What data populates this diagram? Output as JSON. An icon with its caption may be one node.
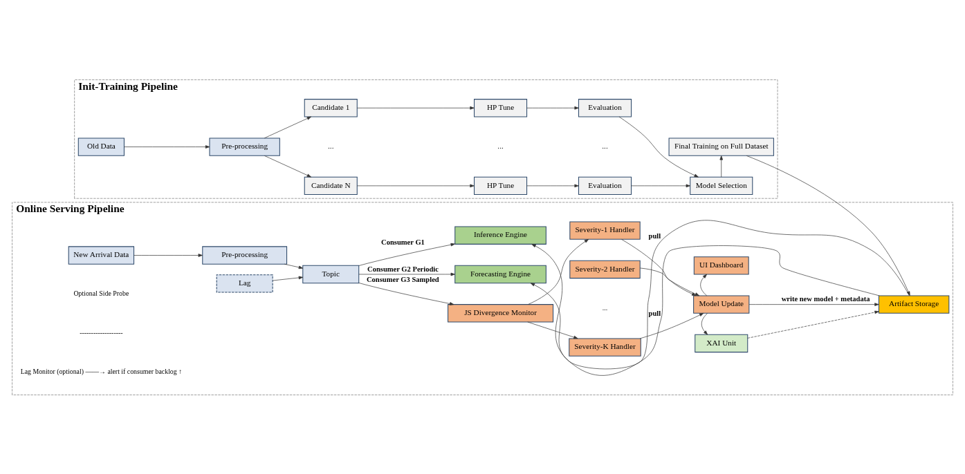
{
  "diagram": {
    "nodes": [
      {
        "text": [
          "Init-Training Pipeline"
        ]
      },
      {
        "text": [
          "Old Data"
        ],
        "in": 0
      },
      {
        "text": [
          "Pre-processing"
        ],
        "in": 0
      },
      {
        "text": [
          "Candidate 1"
        ],
        "in": 0
      },
      {
        "text": [
          "HP Tune"
        ],
        "in": 0
      },
      {
        "text": [
          "Evaluation"
        ],
        "in": 0
      },
      {
        "text": [
          "Candidate N"
        ],
        "in": 0
      },
      {
        "text": [
          "HP Tune"
        ],
        "in": 0
      },
      {
        "text": [
          "Evaluation"
        ],
        "in": 0
      },
      {
        "text": [
          "Model Selection"
        ],
        "in": 0
      },
      {
        "text": [
          "Final Training on Full Dataset"
        ],
        "in": 0
      },
      {
        "text": [
          "Online Serving Pipeline"
        ]
      },
      {
        "text": [
          "New Arrival Data"
        ],
        "in": 11
      },
      {
        "text": [
          "Pre-processing"
        ],
        "in": 11
      },
      {
        "text": [
          "Topic"
        ],
        "in": 11
      },
      {
        "text": [
          "Lag"
        ],
        "in": 11
      },
      {
        "text": [
          "Inference Engine"
        ],
        "in": 11
      },
      {
        "text": [
          "Forecasting Engine"
        ],
        "in": 11
      },
      {
        "text": [
          "JS Divergence Monitor"
        ],
        "in": 11
      },
      {
        "text": [
          "Artifact Storage"
        ],
        "in": 11
      },
      {
        "text": [
          "Severity-1 Handler"
        ],
        "in": 11
      },
      {
        "text": [
          "Severity-2 Handler"
        ],
        "in": 11
      },
      {
        "text": [
          "Severity-K Handler"
        ],
        "in": 11
      },
      {
        "text": [
          "UI Dashboard"
        ],
        "in": 11
      },
      {
        "text": [
          "Model Update"
        ],
        "in": 11
      },
      {
        "text": [
          "XAI Unit"
        ],
        "in": 11
      }
    ],
    "edges": [
      {
        "from": 1,
        "to": 2,
        "arrow": "to"
      },
      {
        "from": 2,
        "to": 3,
        "arrow": "to"
      },
      {
        "from": 2,
        "to": 6,
        "arrow": "to"
      },
      {
        "from": 3,
        "to": 4,
        "arrow": "to"
      },
      {
        "from": 4,
        "to": 5,
        "arrow": "to"
      },
      {
        "from": 6,
        "to": 7,
        "arrow": "to"
      },
      {
        "from": 7,
        "to": 8,
        "arrow": "to"
      },
      {
        "from": 5,
        "to": 9,
        "arrow": "to"
      },
      {
        "from": 8,
        "to": 9,
        "arrow": "to"
      },
      {
        "from": 9,
        "to": 10,
        "arrow": "to"
      },
      {
        "from": 10,
        "to": 19,
        "arrow": "to"
      },
      {
        "from": 12,
        "to": 13,
        "arrow": "to"
      },
      {
        "from": 13,
        "to": 14,
        "arrow": "to"
      },
      {
        "from": 15,
        "to": 14,
        "arrow": "to"
      },
      {
        "from": 14,
        "to": 16,
        "arrow": "to",
        "label": "Consumer G1"
      },
      {
        "from": 14,
        "to": 17,
        "arrow": "to",
        "label": "Consumer G2 Periodic"
      },
      {
        "from": 14,
        "to": 18,
        "arrow": "to",
        "label": "Consumer G3 Sampled"
      },
      {
        "from": 19,
        "to": 16,
        "arrow": "to",
        "label": "pull"
      },
      {
        "from": 19,
        "to": 17,
        "arrow": "to",
        "label": "pull"
      },
      {
        "from": 18,
        "to": 20,
        "arrow": "to"
      },
      {
        "from": 18,
        "to": 22,
        "arrow": "to"
      },
      {
        "from": 20,
        "to": 24,
        "arrow": "to"
      },
      {
        "from": 21,
        "to": 24,
        "arrow": "to"
      },
      {
        "from": 22,
        "to": 24,
        "arrow": "to"
      },
      {
        "from": 24,
        "to": 23,
        "arrow": "to"
      },
      {
        "from": 24,
        "to": 25,
        "arrow": "to"
      },
      {
        "from": 24,
        "to": 19,
        "arrow": "to",
        "label": "write new model + metadata"
      },
      {
        "from": 25,
        "to": 19,
        "arrow": "to",
        "style": "dashed"
      }
    ],
    "labels": [
      "...",
      "...",
      "...",
      "...",
      "Optional Side Probe",
      "-------------------",
      "Lag Monitor (optional) ——→ alert if consumer backlog ↑"
    ]
  }
}
